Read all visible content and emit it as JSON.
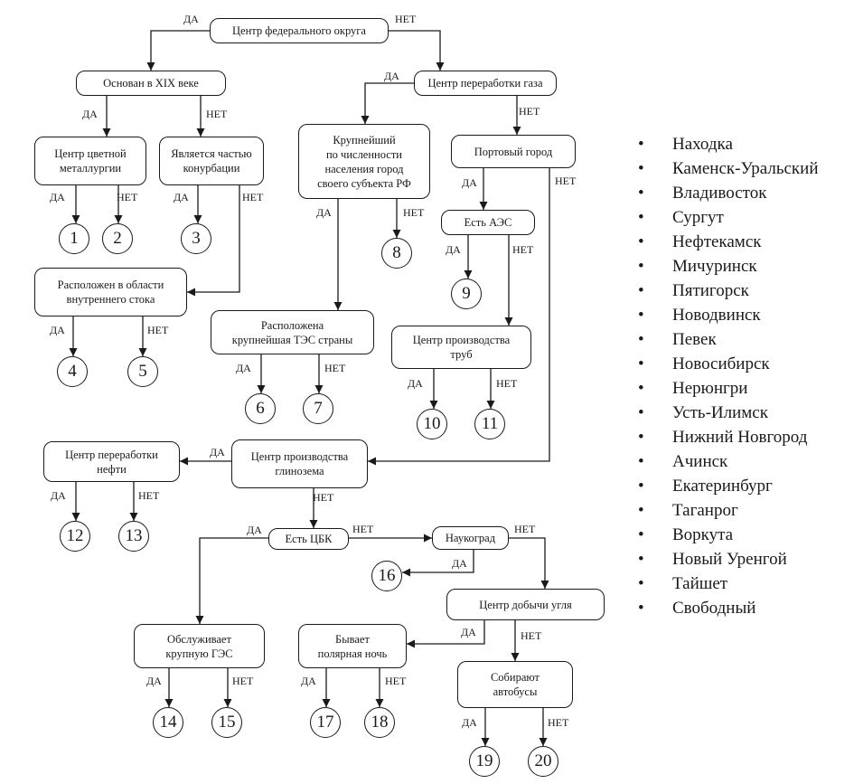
{
  "labels": {
    "yes": "ДА",
    "no": "НЕТ"
  },
  "nodes": [
    {
      "id": "fed_center",
      "text": "Центр федерального округа"
    },
    {
      "id": "founded_19",
      "text": "Основан в XIX веке"
    },
    {
      "id": "gas_center",
      "text": "Центр переработки газа"
    },
    {
      "id": "nonferrous",
      "text": "Центр цветной\nметаллургии"
    },
    {
      "id": "conurbation",
      "text": "Является частью\nконурбации"
    },
    {
      "id": "largest_city",
      "text": "Крупнейший\nпо численности\nнаселения город\nсвоего субъекта РФ"
    },
    {
      "id": "port_city",
      "text": "Портовый город"
    },
    {
      "id": "npp",
      "text": "Есть АЭС"
    },
    {
      "id": "inner_drain",
      "text": "Расположен в области\nвнутреннего стока"
    },
    {
      "id": "largest_tpp",
      "text": "Расположена\nкрупнейшая ТЭС страны"
    },
    {
      "id": "pipes",
      "text": "Центр производства\nтруб"
    },
    {
      "id": "oil_center",
      "text": "Центр переработки\nнефти"
    },
    {
      "id": "alumina",
      "text": "Центр производства\nглинозема"
    },
    {
      "id": "pulp",
      "text": "Есть ЦБК"
    },
    {
      "id": "science",
      "text": "Наукоград"
    },
    {
      "id": "coal",
      "text": "Центр добычи угля"
    },
    {
      "id": "hpp",
      "text": "Обслуживает\nкрупную ГЭС"
    },
    {
      "id": "polar",
      "text": "Бывает\nполярная ночь"
    },
    {
      "id": "buses",
      "text": "Собирают\nавтобусы"
    }
  ],
  "leaves": [
    "1",
    "2",
    "3",
    "4",
    "5",
    "6",
    "7",
    "8",
    "9",
    "10",
    "11",
    "12",
    "13",
    "14",
    "15",
    "16",
    "17",
    "18",
    "19",
    "20"
  ],
  "cities": [
    "Находка",
    "Каменск-Уральский",
    "Владивосток",
    "Сургут",
    "Нефтекамск",
    "Мичуринск",
    "Пятигорск",
    "Новодвинск",
    "Певек",
    "Новосибирск",
    "Нерюнгри",
    "Усть-Илимск",
    "Нижний Новгород",
    "Ачинск",
    "Екатеринбург",
    "Таганрог",
    "Воркута",
    "Новый Уренгой",
    "Тайшет",
    "Свободный"
  ]
}
